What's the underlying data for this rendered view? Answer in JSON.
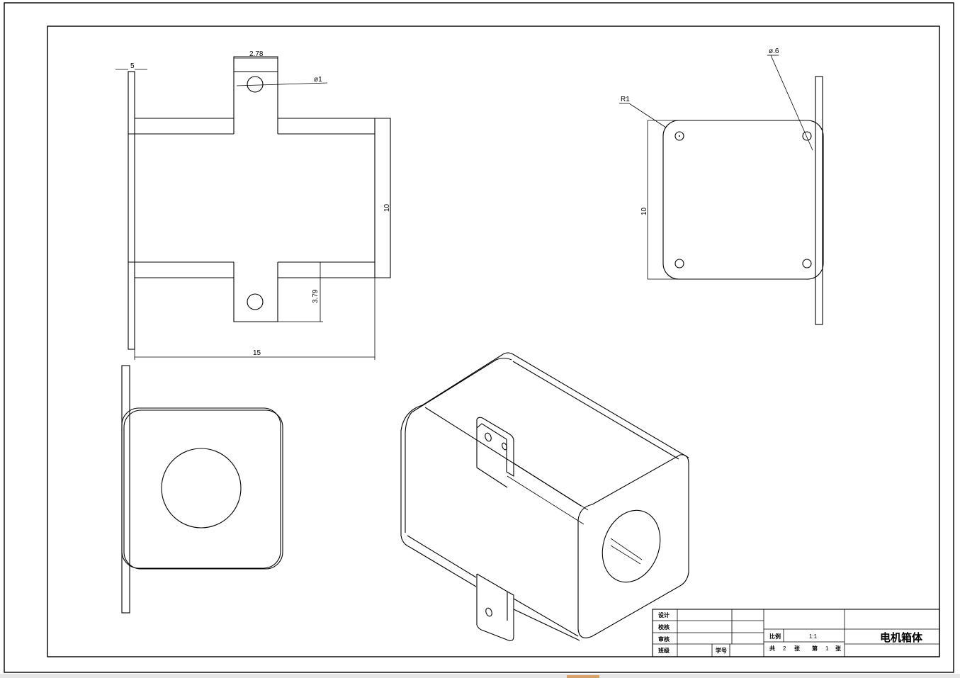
{
  "drawing": {
    "dimensions": {
      "front_thickness": "5",
      "front_tab_width": "2.78",
      "front_hole_dia": "ø1",
      "front_height": "10",
      "front_tab_height": "3.79",
      "front_length": "15",
      "side_radius": "R1",
      "side_hole_dia": "ø.6",
      "side_height": "10"
    }
  },
  "title_block": {
    "labels": {
      "design": "设计",
      "check": "校核",
      "review": "审核",
      "class": "班级",
      "student_id": "学号",
      "scale": "比例"
    },
    "scale_value": "1:1",
    "sheet_info": {
      "total_prefix": "共",
      "total": "2",
      "unit1": "张",
      "sheet_prefix": "第",
      "sheet": "1",
      "unit2": "张"
    },
    "title": "电机箱体"
  }
}
